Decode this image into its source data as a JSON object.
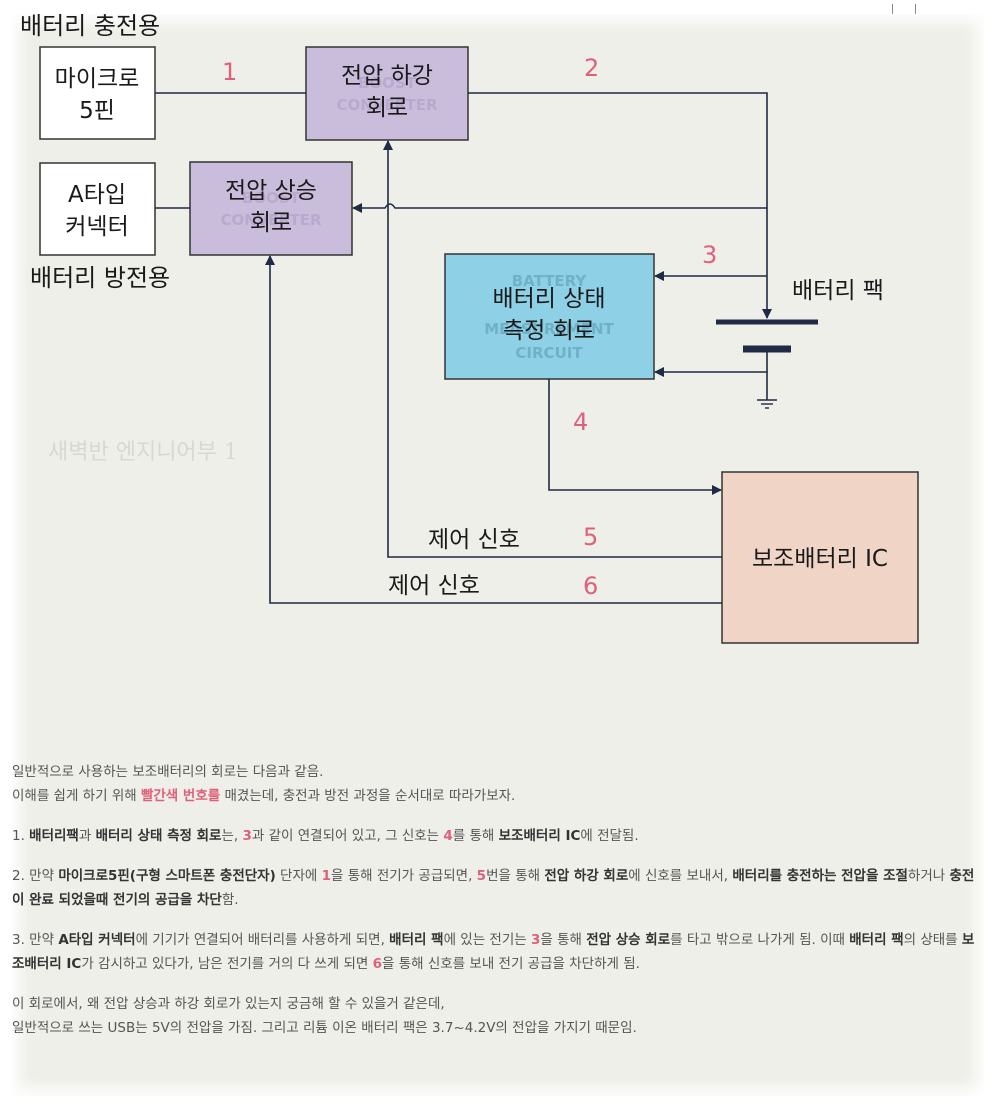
{
  "diagram": {
    "label_charge": "배터리 충전용",
    "label_discharge": "배터리 방전용",
    "micro5pin": [
      "마이크로",
      "5핀"
    ],
    "atype": [
      "A타입",
      "커넥터"
    ],
    "stepdown": [
      "전압 하강",
      "회로"
    ],
    "stepup": [
      "전압 상승",
      "회로"
    ],
    "measure": [
      "배터리 상태",
      "측정 회로"
    ],
    "battery_pack": "배터리 팩",
    "ic": "보조배터리 IC",
    "control_signal": "제어 신호",
    "numbers": [
      "1",
      "2",
      "3",
      "4",
      "5",
      "6"
    ],
    "ghost_boost": [
      "BOOST",
      "CONVERTER"
    ],
    "ghost_battery": [
      "BATTERY",
      "MEASUREMENT",
      "CIRCUIT"
    ],
    "watermark": "새벽반 엔지니어부 1",
    "colors": {
      "purple_box": "#c9bddb",
      "blue_box": "#8ed0e6",
      "ic_box": "#f0d5c7",
      "number": "#e0607a"
    }
  },
  "text": {
    "intro1": "일반적으로 사용하는 보조배터리의 회로는 다음과 같음.",
    "intro2a": "이해를 쉽게 하기 위해 ",
    "intro2b": "빨간색 번호를",
    "intro2c": " 매겼는데, 충전과 방전 과정을 순서대로 따라가보자.",
    "p1": [
      "1. ",
      "배터리팩",
      "과 ",
      "배터리 상태 측정 회로",
      "는, ",
      "3",
      "과 같이 연결되어 있고, 그 신호는 ",
      "4",
      "를 통해 ",
      "보조배터리 IC",
      "에 전달됨."
    ],
    "p2": [
      "2. 만약 ",
      "마이크로5핀(구형 스마트폰 충전단자)",
      " 단자에 ",
      "1",
      "을 통해 전기가 공급되면, ",
      "5",
      "번을 통해 ",
      "전압 하강 회로",
      "에 신호를 보내서, ",
      "배터리를 충전하는 전압을 조절",
      "하거나 ",
      "충전이 완료 되었을때 전기의 공급을 차단",
      "함."
    ],
    "p3": [
      "3. 만약 ",
      "A타입 커넥터",
      "에 기기가 연결되어 배터리를 사용하게 되면, ",
      "배터리 팩",
      "에 있는 전기는 ",
      "3",
      "을 통해 ",
      "전압 상승 회로",
      "를 타고 밖으로 나가게 됨. 이때 ",
      "배터리 팩",
      "의 상태를 ",
      "보조배터리 IC",
      "가 감시하고 있다가, 남은 전기를 거의 다 쓰게 되면 ",
      "6",
      "을 통해 신호를 보내 전기 공급을 차단하게 됨."
    ],
    "p4a": "이 회로에서, 왜 전압 상승과 하강 회로가 있는지 궁금해 할 수 있을거 같은데,",
    "p4b": "일반적으로 쓰는 USB는 5V의 전압을 가짐. 그리고 리튬 이온 배터리 팩은 3.7~4.2V의 전압을 가지기 때문임."
  }
}
